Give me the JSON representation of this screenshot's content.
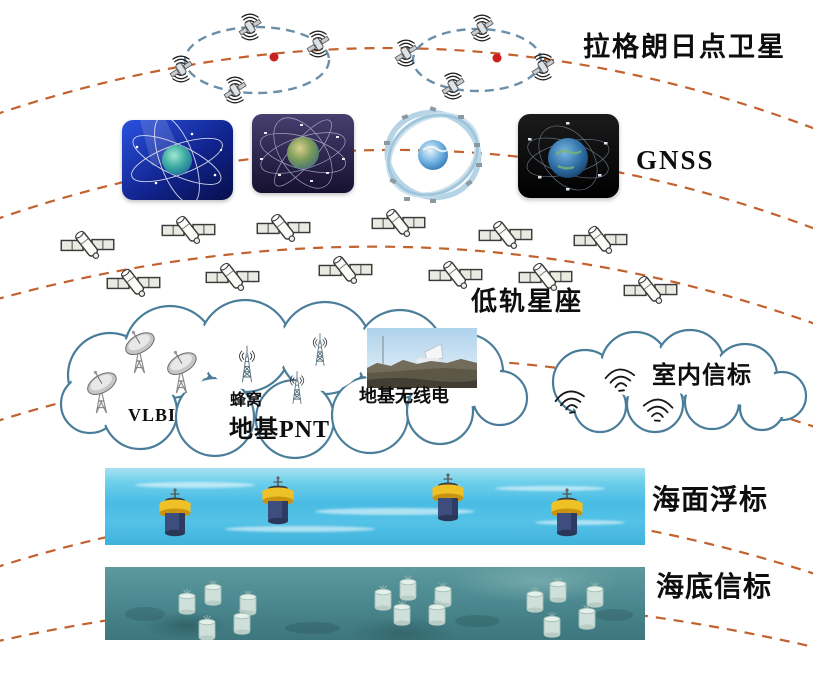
{
  "figure": {
    "description": "Layered PNT (positioning-navigation-timing) architecture diagram from space to seabed",
    "layers_top_to_bottom": [
      "lagrange-point-satellites",
      "gnss-constellations",
      "leo-constellation",
      "ground-based-pnt",
      "indoor-beacons",
      "sea-surface-buoys",
      "seabed-beacons"
    ],
    "counts": {
      "lagrange_orbits": 2,
      "lagrange_satellites_per_orbit": 4,
      "lagrange_points_marked": 2,
      "gnss_constellation_images": 4,
      "leo_satellites": 12,
      "vlbi_dishes": 3,
      "cell_towers": 3,
      "wifi_beacons": 3,
      "sea_buoys": 4,
      "seabed_beacon_clusters": 3,
      "seabed_beacons_per_cluster": 5,
      "orbit_shell_arcs": 6
    }
  },
  "labels": {
    "lagrange_satellites": "拉格朗日点卫星",
    "gnss": "GNSS",
    "leo_constellation": "低轨星座",
    "vlbi": "VLBI",
    "cellular": "蜂窝",
    "ground_radio": "地基无线电",
    "ground_pnt": "地基PNT",
    "indoor_beacon": "室内信标",
    "sea_surface_buoy": "海面浮标",
    "seabed_beacon": "海底信标"
  },
  "colors": {
    "background": "#ffffff",
    "orbit_shell_arc": "#c2622e",
    "lagrange_orbit_ellipse": "#6b8fa8",
    "lagrange_point_dot": "#cc1f1f",
    "cloud_outline": "#4a7d99",
    "text": "#0e0e0e",
    "gnss_card1": "#1c3bbd",
    "gnss_card2": "#3b3563",
    "gnss_card4": "#0d0d0d",
    "sea_water": "#49bce4",
    "seafloor": "#478289",
    "buoy_float": "#e8b820",
    "buoy_body": "#3d4e7e",
    "seabed_beacon_body": "#cfe0da"
  },
  "icons": {
    "orbit-satellite-icon": "satellite glyph with radio-wave arcs",
    "leo-satellite-icon": "cartoon satellite with twin solar panels",
    "vlbi-dish-icon": "parabolic dish antenna on lattice mount",
    "cell-tower-icon": "lattice mast with radio-wave arcs",
    "wifi-signal-icon": "stacked signal arcs",
    "buoy-icon": "yellow float with submerged cylinder and antenna",
    "seabed-beacon-icon": "small pale cylinder transponder",
    "lagrange-point-icon": "red dot",
    "ground-radio-photo": "photo of radar dome station on rocky islet"
  }
}
